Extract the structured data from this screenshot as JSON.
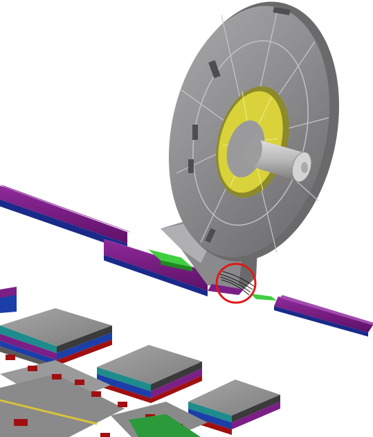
{
  "scene": {
    "background": "#ffffff",
    "colors": {
      "disc_gray": "#8a8a8c",
      "disc_dark": "#5a5a5c",
      "disc_light": "#b4b4b6",
      "hub_yellow": "#d9d23a",
      "hub_dark": "#8c8a2a",
      "beam_purple": "#7b1f86",
      "beam_blue": "#1a2a8a",
      "pad_green": "#3fcf3f",
      "stack_red": "#a01010",
      "stack_blue": "#1b3ea8",
      "stack_teal": "#1e8c8c",
      "board_green": "#2a9a3a",
      "highlight_red": "#e01818"
    },
    "objects": [
      "rotor-disc",
      "rotor-hub",
      "axle-cylinder",
      "disc-support-arm",
      "purple-beam-left",
      "purple-beam-right",
      "green-mount-pad",
      "highlight-circle",
      "component-stack-1",
      "component-stack-2",
      "component-stack-3",
      "circuit-board"
    ]
  }
}
